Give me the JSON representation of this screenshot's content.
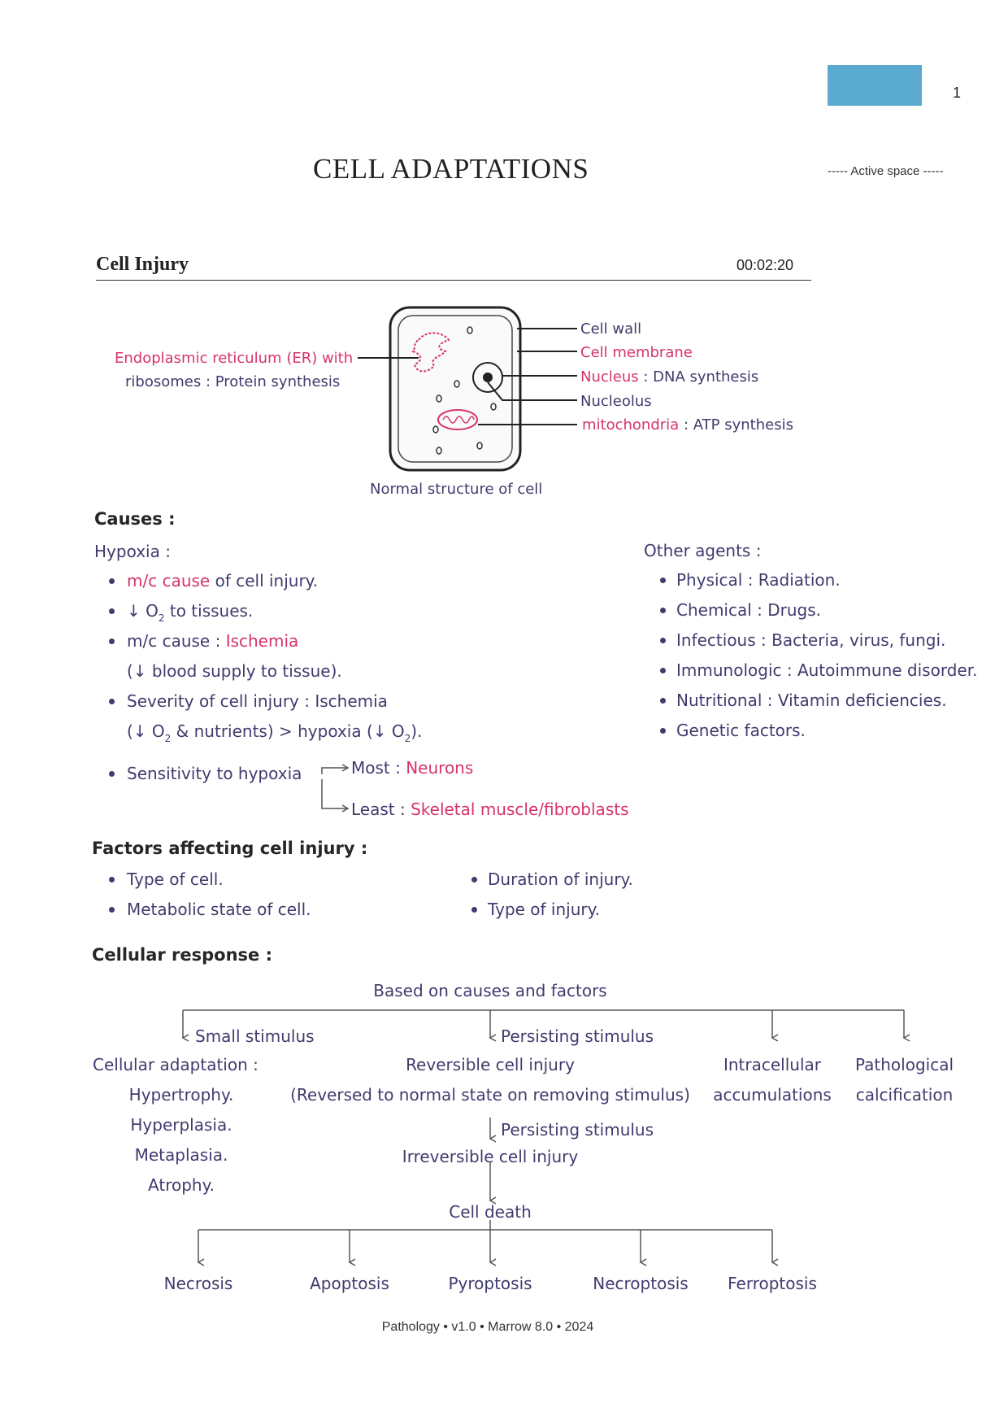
{
  "page": {
    "number": "1",
    "title": "CELL ADAPTATIONS",
    "active_space": "----- Active space -----",
    "footer": "Pathology • v1.0 • Marrow 8.0 • 2024"
  },
  "section": {
    "title": "Cell Injury",
    "timestamp": "00:02:20"
  },
  "cell_diagram": {
    "caption": "Normal structure of cell",
    "er_label_1": "Endoplasmic reticulum (ER) with",
    "er_label_2": "ribosomes : Protein synthesis",
    "labels": {
      "cell_wall": "Cell wall",
      "cell_membrane": "Cell membrane",
      "nucleus": "Nucleus",
      "nucleus_fn": ": DNA synthesis",
      "nucleolus": "Nucleolus",
      "mitochondria": "mitochondria",
      "mitochondria_fn": ": ATP synthesis"
    }
  },
  "causes": {
    "heading": "Causes :",
    "hypoxia_heading": "Hypoxia :",
    "b1_pink": "m/c cause",
    "b1_rest": " of cell injury.",
    "b2_pre": "↓ O",
    "b2_sub": "2",
    "b2_post": " to tissues.",
    "b3_pre": "m/c cause : ",
    "b3_pink": "Ischemia",
    "b3_line2": "(↓ blood supply to tissue).",
    "b4_line1": "Severity of cell injury : Ischemia",
    "b4_l2_a": "(↓ O",
    "b4_l2_sub1": "2",
    "b4_l2_b": " & nutrients) > hypoxia (↓ O",
    "b4_l2_sub2": "2",
    "b4_l2_c": ").",
    "sensitivity_label": "Sensitivity to hypoxia",
    "most_label": "Most : ",
    "most_pink": "Neurons",
    "least_label": "Least : ",
    "least_pink": "Skeletal muscle/fibroblasts",
    "other_heading": "Other agents :",
    "other_items": [
      "Physical : Radiation.",
      "Chemical : Drugs.",
      "Infectious : Bacteria, virus, fungi.",
      "Immunologic : Autoimmune disorder.",
      "Nutritional : Vitamin deficiencies.",
      "Genetic factors."
    ]
  },
  "factors": {
    "heading": "Factors affecting cell injury :",
    "left": [
      "Type of cell.",
      "Metabolic state of cell."
    ],
    "right": [
      "Duration of injury.",
      "Type of injury."
    ]
  },
  "response": {
    "heading": "Cellular response :",
    "top": "Based on causes and factors",
    "small_stimulus": "Small stimulus",
    "persisting_stimulus_1": "Persisting stimulus",
    "adaptation_heading": "Cellular adaptation :",
    "adaptations": [
      "Hypertrophy.",
      "Hyperplasia.",
      "Metaplasia.",
      "Atrophy."
    ],
    "reversible": "Reversible cell injury",
    "reversible_note": "(Reversed to normal state on removing stimulus)",
    "persisting_stimulus_2": "Persisting stimulus",
    "irreversible": "Irreversible cell injury",
    "cell_death": "Cell death",
    "intracellular_1": "Intracellular",
    "intracellular_2": "accumulations",
    "calcification_1": "Pathological",
    "calcification_2": "calcification",
    "death_types": [
      "Necrosis",
      "Apoptosis",
      "Pyroptosis",
      "Necroptosis",
      "Ferroptosis"
    ]
  }
}
